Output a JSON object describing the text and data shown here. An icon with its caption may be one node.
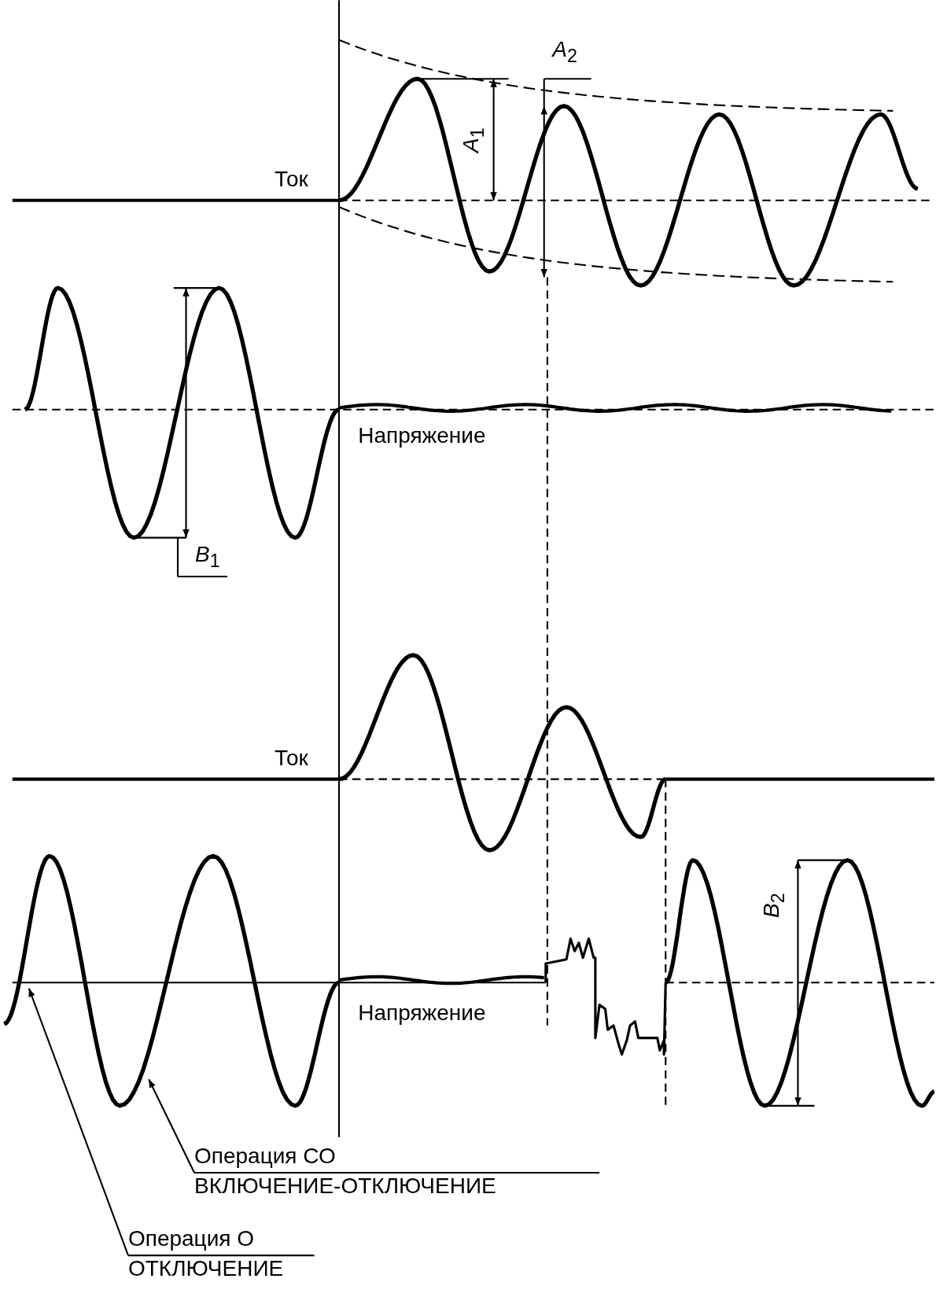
{
  "diagram": {
    "nodes": [
      {
        "text": [
          "Операция СО",
          "ВКЛЮЧЕНИЕ-ОТКЛЮЧЕНИЕ"
        ]
      },
      {
        "text": [
          "Операция О",
          "ОТКЛЮЧЕНИЕ"
        ]
      }
    ],
    "edges": [
      {
        "from": 0,
        "to": null,
        "arrow": "to"
      },
      {
        "from": 1,
        "to": null,
        "arrow": "to"
      }
    ],
    "labels": [
      "*A*$_{2}$",
      "*A*$_{1}$",
      "Ток",
      "Напряжение",
      "*B*$_{1}$",
      "Ток",
      "*B*$_{2}$",
      "Напряжение"
    ]
  }
}
